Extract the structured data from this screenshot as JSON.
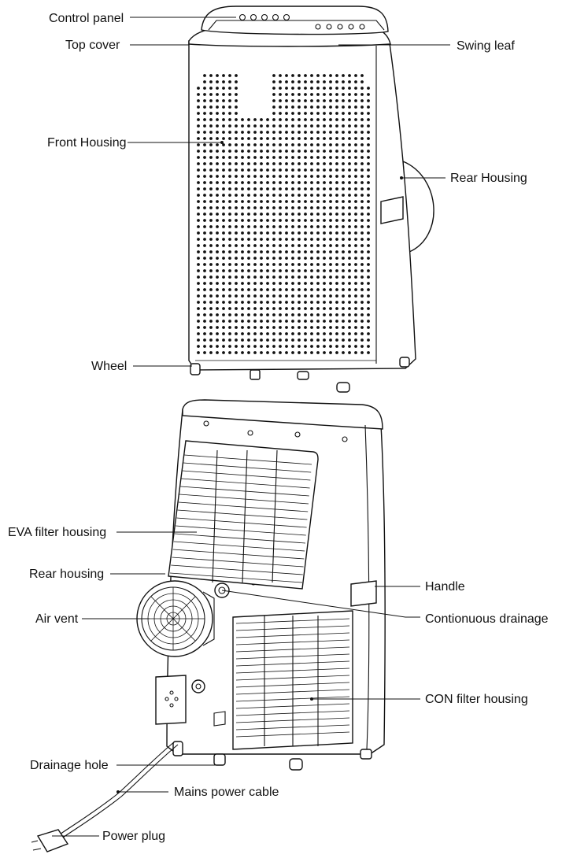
{
  "labels": {
    "control_panel": "Control panel",
    "top_cover": "Top  cover",
    "swing_leaf": "Swing  leaf",
    "front_housing": "Front Housing",
    "rear_housing_top": "Rear Housing",
    "wheel": "Wheel",
    "eva_filter_housing": "EVA filter housing",
    "rear_housing_bottom": "Rear housing",
    "handle": "Handle",
    "air_vent": "Air vent",
    "continuous_drainage": "Contionuous drainage",
    "con_filter_housing": "CON filter housing",
    "drainage_hole": "Drainage hole",
    "mains_power_cable": "Mains power cable",
    "power_plug": "Power plug"
  },
  "colors": {
    "line": "#111111",
    "background": "#ffffff"
  }
}
